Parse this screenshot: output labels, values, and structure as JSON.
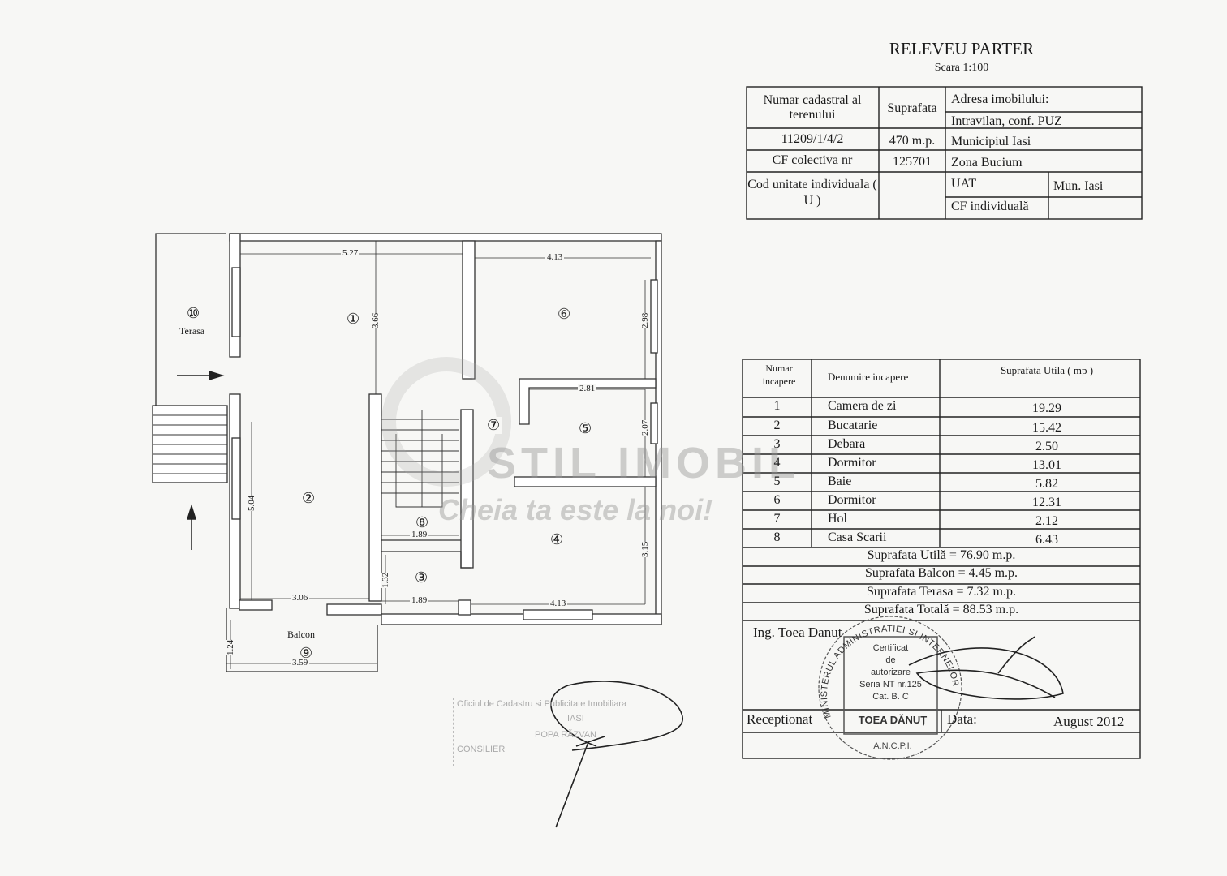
{
  "header": {
    "title": "RELEVEU PARTER",
    "scale": "Scara 1:100"
  },
  "info_table": {
    "cadastral_label": "Numar cadastral al terenului",
    "surface_label": "Suprafata",
    "address_label": "Adresa imobilului:",
    "address_line1": "Intravilan, conf. PUZ",
    "cadastral_number": "11209/1/4/2",
    "surface_value": "470 m.p.",
    "address_line2": "Municipiul Iasi",
    "cf_label": "CF colectiva nr",
    "cf_value": "125701",
    "address_line3": "Zona Bucium",
    "unit_code_label": "Cod unitate individuala ( U )",
    "uat_label": "UAT",
    "uat_value": "Mun. Iasi",
    "cf_individual_label": "CF individuală"
  },
  "room_table": {
    "col_number": "Numar incapere",
    "col_name": "Denumire incapere",
    "col_area": "Suprafata Utila ( mp )",
    "rows": [
      {
        "nr": "1",
        "name": "Camera de zi",
        "area": "19.29"
      },
      {
        "nr": "2",
        "name": "Bucatarie",
        "area": "15.42"
      },
      {
        "nr": "3",
        "name": "Debara",
        "area": "2.50"
      },
      {
        "nr": "4",
        "name": "Dormitor",
        "area": "13.01"
      },
      {
        "nr": "5",
        "name": "Baie",
        "area": "5.82"
      },
      {
        "nr": "6",
        "name": "Dormitor",
        "area": "12.31"
      },
      {
        "nr": "7",
        "name": "Hol",
        "area": "2.12"
      },
      {
        "nr": "8",
        "name": "Casa Scarii",
        "area": "6.43"
      }
    ],
    "totals": [
      "Suprafata  Utilă = 76.90 m.p.",
      "Suprafata Balcon = 4.45 m.p.",
      "Suprafata Terasa = 7.32 m.p.",
      "Suprafata Totală = 88.53 m.p."
    ],
    "engineer": "Ing. Toea Danut",
    "received_label": "Receptionat",
    "date_label": "Data:",
    "date_value": "August 2012"
  },
  "stamp": {
    "ring_text": "MINISTERUL ADMINISTRATIEI SI INTERNELOR",
    "bottom_text": "A.N.C.P.I.",
    "box_lines": [
      "Certificat",
      "de",
      "autorizare",
      "Seria NT nr.125",
      "Cat. B. C"
    ],
    "name": "TOEA DĂNUȚ"
  },
  "stamp_left": {
    "line1": "Oficiul de Cadastru si Publicitate Imobiliara",
    "line2": "IASI",
    "line3": "POPA RĂZVAN",
    "line4": "CONSILIER"
  },
  "watermark": {
    "brand": "STIL IMOBIL",
    "slogan": "Cheia ta este la noi!"
  },
  "plan": {
    "rooms": [
      "①",
      "②",
      "③",
      "④",
      "⑤",
      "⑥",
      "⑦",
      "⑧",
      "⑨",
      "⑩"
    ],
    "terrace_label": "Terasa",
    "balcony_label": "Balcon",
    "dims": {
      "d1w": "5.27",
      "d1h": "3.66",
      "d6w": "4.13",
      "d6h": "2.98",
      "d5w": "2.81",
      "d5h": "2.07",
      "d2h": "5.04",
      "d2w": "3.06",
      "d8w": "1.89",
      "d3h": "1.32",
      "d3w": "1.89",
      "d4w": "4.13",
      "d4h": "3.15",
      "d9h": "1.24",
      "d9w": "3.59"
    }
  }
}
